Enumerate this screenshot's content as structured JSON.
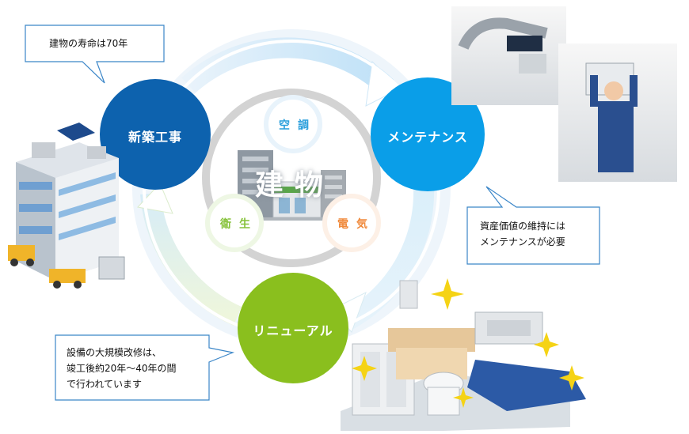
{
  "nodes": {
    "new_construction": "新築工事",
    "maintenance": "メンテナンス",
    "renewal": "リニューアル"
  },
  "center": {
    "building": "建物",
    "hvac": "空調",
    "sanitary": "衛生",
    "electrical": "電気"
  },
  "callouts": {
    "lifespan": "建物の寿命は70年",
    "maintenance_line1": "資産価値の維持には",
    "maintenance_line2": "メンテナンスが必要",
    "renewal_line1": "設備の大規模改修は、",
    "renewal_line2": "竣工後約20年～40年の間",
    "renewal_line3": "で行われています"
  },
  "colors": {
    "new_construction": "#0d62ae",
    "maintenance": "#0a9ee8",
    "renewal": "#8abf1e",
    "hvac": "#2a9fdc",
    "sanitary": "#86c23a",
    "electrical": "#f08a3c",
    "callout_border": "#3b86c8"
  }
}
